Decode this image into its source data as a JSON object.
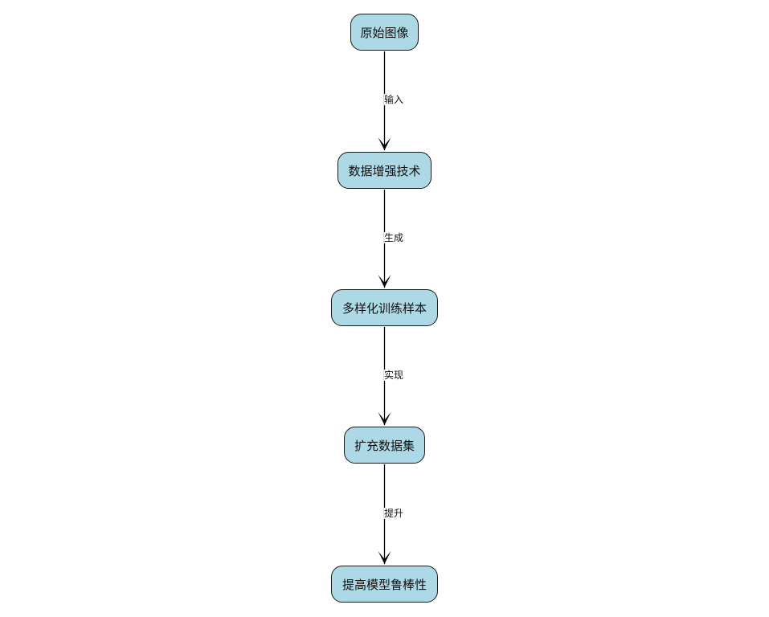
{
  "nodes": [
    {
      "label": "原始图像"
    },
    {
      "label": "数据增强技术"
    },
    {
      "label": "多样化训练样本"
    },
    {
      "label": "扩充数据集"
    },
    {
      "label": "提高模型鲁棒性"
    }
  ],
  "edges": [
    {
      "from": 0,
      "to": 1,
      "label": "输入"
    },
    {
      "from": 1,
      "to": 2,
      "label": "生成"
    },
    {
      "from": 2,
      "to": 3,
      "label": "实现"
    },
    {
      "from": 3,
      "to": 4,
      "label": "提升"
    }
  ],
  "colors": {
    "node_fill": "#add8e6",
    "node_border": "#1a1a1a",
    "edge": "#000000"
  }
}
